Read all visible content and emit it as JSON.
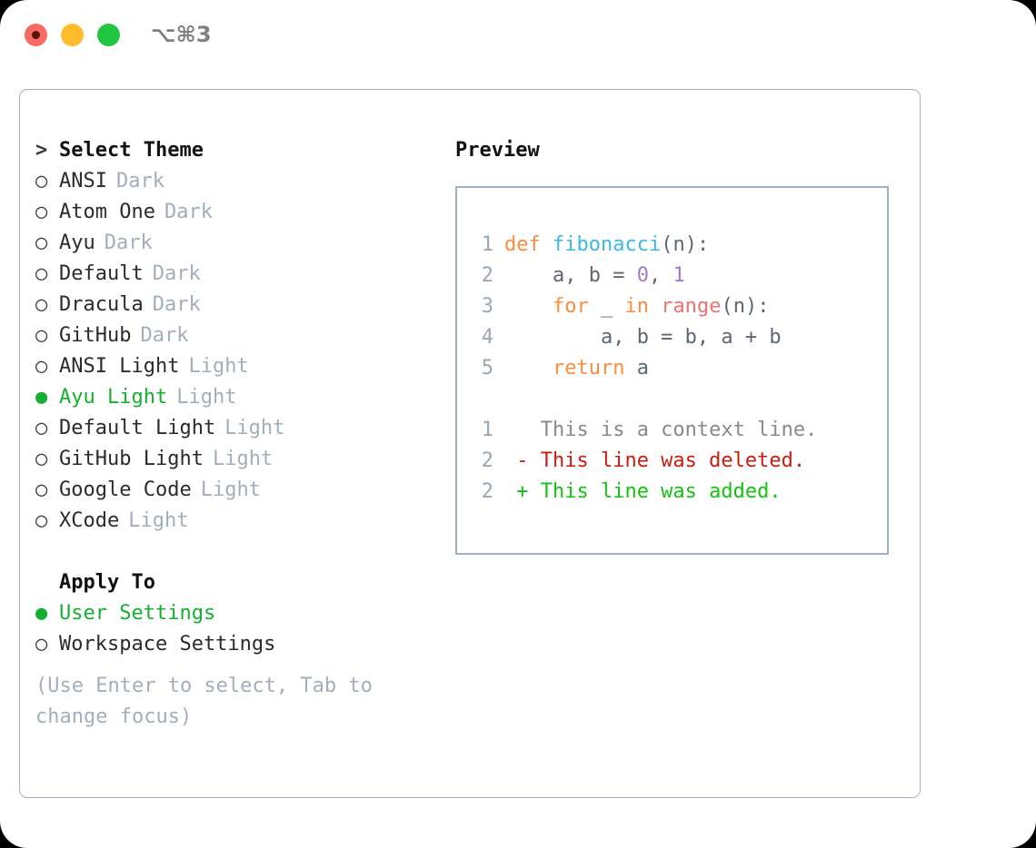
{
  "window": {
    "traffic_lights": [
      "close",
      "minimize",
      "maximize"
    ],
    "shortcut_label": "⌥⌘3",
    "colors": {
      "close": "#f76b63",
      "minimize": "#ffbd2e",
      "maximize": "#22c53f",
      "accent_green": "#16b030",
      "muted": "#a3aebd",
      "border": "#a3b1c2"
    }
  },
  "theme_list": {
    "header": "Select Theme",
    "header_prefix": ">",
    "items": [
      {
        "marker": "○",
        "name": "ANSI",
        "tag": "Dark",
        "selected": false
      },
      {
        "marker": "○",
        "name": "Atom One",
        "tag": "Dark",
        "selected": false
      },
      {
        "marker": "○",
        "name": "Ayu",
        "tag": "Dark",
        "selected": false
      },
      {
        "marker": "○",
        "name": "Default",
        "tag": "Dark",
        "selected": false
      },
      {
        "marker": "○",
        "name": "Dracula",
        "tag": "Dark",
        "selected": false
      },
      {
        "marker": "○",
        "name": "GitHub",
        "tag": "Dark",
        "selected": false
      },
      {
        "marker": "○",
        "name": "ANSI Light",
        "tag": "Light",
        "selected": false
      },
      {
        "marker": "●",
        "name": "Ayu Light",
        "tag": "Light",
        "selected": true
      },
      {
        "marker": "○",
        "name": "Default Light",
        "tag": "Light",
        "selected": false
      },
      {
        "marker": "○",
        "name": "GitHub Light",
        "tag": "Light",
        "selected": false
      },
      {
        "marker": "○",
        "name": "Google Code",
        "tag": "Light",
        "selected": false
      },
      {
        "marker": "○",
        "name": "XCode",
        "tag": "Light",
        "selected": false
      }
    ]
  },
  "apply_to": {
    "header": "Apply To",
    "items": [
      {
        "marker": "●",
        "name": "User Settings",
        "selected": true
      },
      {
        "marker": "○",
        "name": "Workspace Settings",
        "selected": false
      }
    ]
  },
  "hint": "(Use Enter to select, Tab to change focus)",
  "preview": {
    "title": "Preview",
    "code_lines": [
      {
        "n": "1",
        "tokens": [
          {
            "t": "def",
            "c": "kw"
          },
          {
            "t": " ",
            "c": "pl"
          },
          {
            "t": "fibonacci",
            "c": "fn"
          },
          {
            "t": "(n):",
            "c": "pl"
          }
        ]
      },
      {
        "n": "2",
        "tokens": [
          {
            "t": "    a, b = ",
            "c": "pl"
          },
          {
            "t": "0",
            "c": "num"
          },
          {
            "t": ", ",
            "c": "pl"
          },
          {
            "t": "1",
            "c": "num"
          }
        ]
      },
      {
        "n": "3",
        "tokens": [
          {
            "t": "    ",
            "c": "pl"
          },
          {
            "t": "for",
            "c": "kw"
          },
          {
            "t": " _ ",
            "c": "pl"
          },
          {
            "t": "in",
            "c": "kw"
          },
          {
            "t": " ",
            "c": "pl"
          },
          {
            "t": "range",
            "c": "bi"
          },
          {
            "t": "(n):",
            "c": "pl"
          }
        ]
      },
      {
        "n": "4",
        "tokens": [
          {
            "t": "        a, b = b, a + b",
            "c": "pl"
          }
        ]
      },
      {
        "n": "5",
        "tokens": [
          {
            "t": "    ",
            "c": "pl"
          },
          {
            "t": "return",
            "c": "kw"
          },
          {
            "t": " a",
            "c": "pl"
          }
        ]
      }
    ],
    "diff_lines": [
      {
        "n": "1",
        "sign": " ",
        "text": "This is a context line.",
        "kind": "ctx"
      },
      {
        "n": "2",
        "sign": "-",
        "text": "This line was deleted.",
        "kind": "del"
      },
      {
        "n": "2",
        "sign": "+",
        "text": "This line was added.",
        "kind": "add"
      }
    ],
    "syntax_colors": {
      "keyword": "#fa8d3e",
      "function": "#39bae6",
      "number": "#a37acc",
      "builtin": "#f07171",
      "plain": "#5c6773",
      "line_number": "#9aa7b5",
      "diff_context": "#8a8a8a",
      "diff_deleted": "#cc1c10",
      "diff_added": "#12c312"
    }
  }
}
